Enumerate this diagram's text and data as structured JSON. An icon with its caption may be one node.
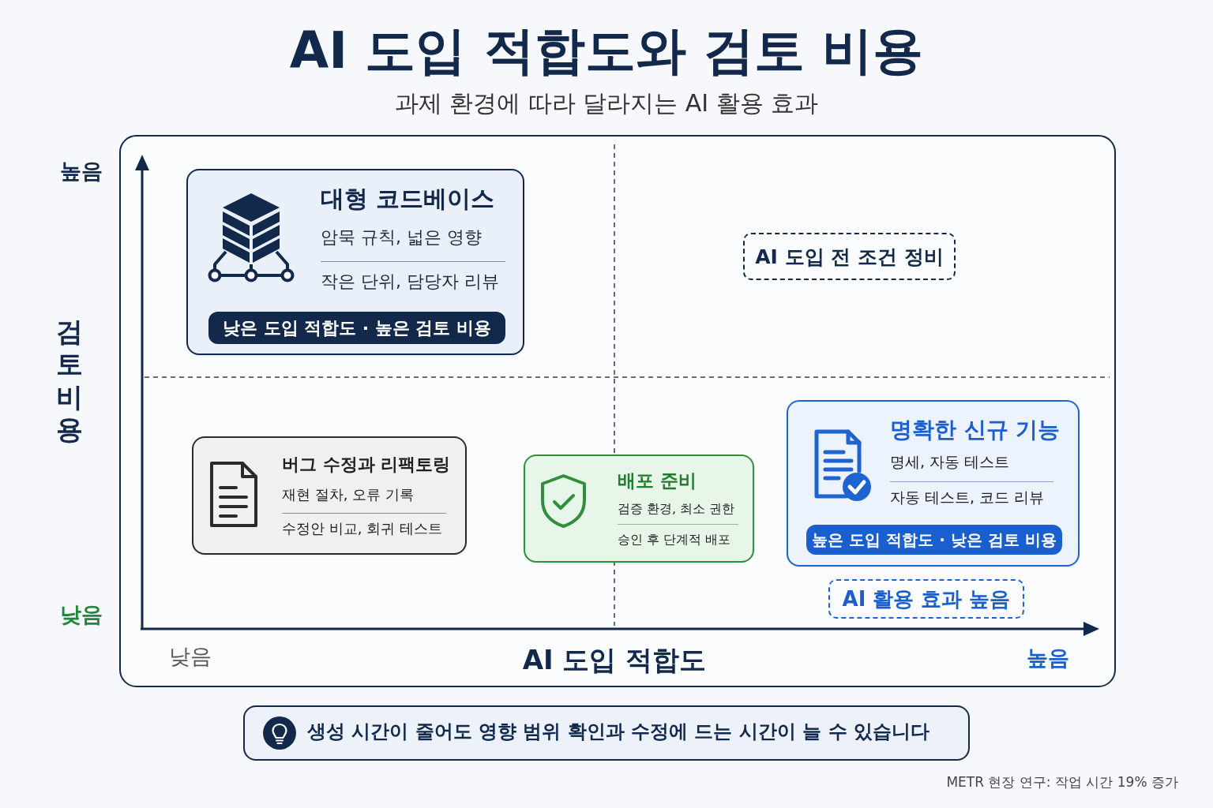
{
  "diagram": {
    "title": "AI 도입 적합도와 검토 비용",
    "nodes": [
      {
        "text": [
          "대형 코드베이스",
          "암묵 규칙, 넓은 영향",
          "작은 단위, 담당자 리뷰"
        ]
      },
      {
        "text": [
          "낮은 도입 적합도 · 높은 검토 비용"
        ],
        "in": 0
      },
      {
        "text": [
          "AI 도입 전 조건 정비"
        ]
      },
      {
        "text": [
          "버그 수정과 리팩토링",
          "재현 절차, 오류 기록",
          "수정안 비교, 회귀 테스트"
        ]
      },
      {
        "text": [
          "배포 준비",
          "검증 환경, 최소 권한",
          "승인 후 단계적 배포"
        ]
      },
      {
        "text": [
          "명확한 신규 기능",
          "명세, 자동 테스트",
          "자동 테스트, 코드 리뷰"
        ]
      },
      {
        "text": [
          "높은 도입 적합도 · 낮은 검토 비용"
        ],
        "in": 5
      },
      {
        "text": [
          "AI 활용 효과 높음"
        ]
      },
      {
        "text": [
          "생성 시간이 줄어도 영향 범위 확인과 수정에 드는 시간이 늘 수 있습니다"
        ]
      }
    ],
    "labels": [
      "과제 환경에 따라 달라지는 AI 활용 효과",
      "높음",
      "검토 비용",
      "낮음",
      "낮음",
      "AI 도입 적합도",
      "높음",
      "METR 현장 연구: 작업 시간 19% 증가"
    ]
  }
}
